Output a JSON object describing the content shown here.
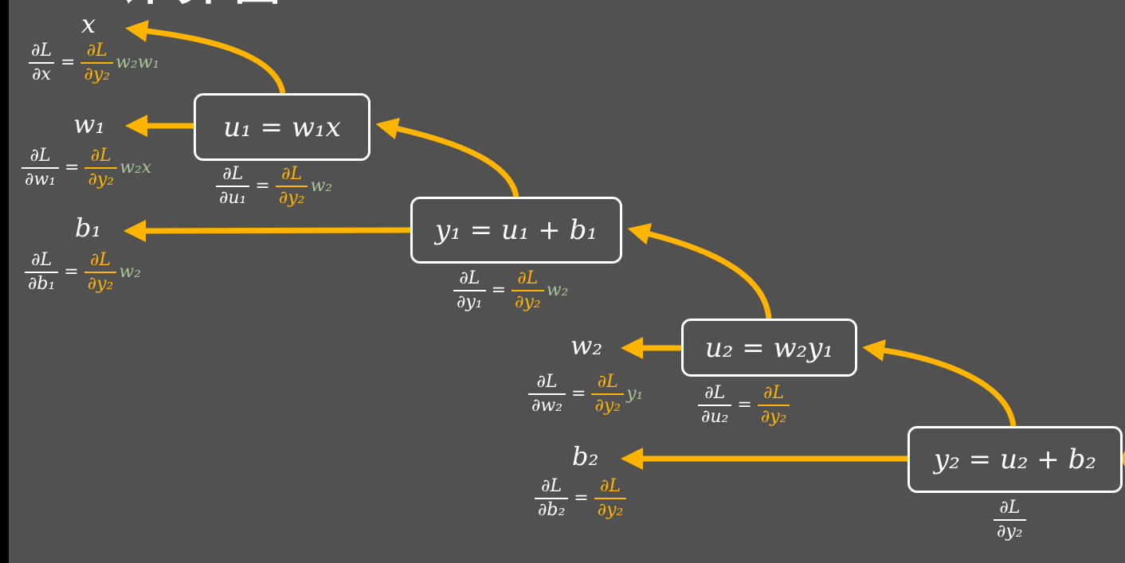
{
  "title": "计算图",
  "colors": {
    "arrow": "#ffb400",
    "upstream": "#ffb400",
    "local": "#a8c59a",
    "background": "#515151"
  },
  "nodes": {
    "u1": "u₁ = w₁x",
    "y1": "y₁ = u₁ + b₁",
    "u2": "u₂ = w₂y₁",
    "y2": "y₂ = u₂ + b₂"
  },
  "variables": {
    "x": "x",
    "w1": "w₁",
    "b1": "b₁",
    "w2": "w₂",
    "b2": "b₂"
  },
  "equations": {
    "dx": {
      "lhs_num": "∂L",
      "lhs_den": "∂x",
      "eq": "=",
      "rhs_num": "∂L",
      "rhs_den": "∂y₂",
      "tail": "w₂w₁"
    },
    "dw1": {
      "lhs_num": "∂L",
      "lhs_den": "∂w₁",
      "eq": "=",
      "rhs_num": "∂L",
      "rhs_den": "∂y₂",
      "tail": "w₂x"
    },
    "du1": {
      "lhs_num": "∂L",
      "lhs_den": "∂u₁",
      "eq": "=",
      "rhs_num": "∂L",
      "rhs_den": "∂y₂",
      "tail": "w₂"
    },
    "db1": {
      "lhs_num": "∂L",
      "lhs_den": "∂b₁",
      "eq": "=",
      "rhs_num": "∂L",
      "rhs_den": "∂y₂",
      "tail": "w₂"
    },
    "dy1": {
      "lhs_num": "∂L",
      "lhs_den": "∂y₁",
      "eq": "=",
      "rhs_num": "∂L",
      "rhs_den": "∂y₂",
      "tail": "w₂"
    },
    "dw2": {
      "lhs_num": "∂L",
      "lhs_den": "∂w₂",
      "eq": "=",
      "rhs_num": "∂L",
      "rhs_den": "∂y₂",
      "tail": "y₁"
    },
    "du2": {
      "lhs_num": "∂L",
      "lhs_den": "∂u₂",
      "eq": "=",
      "rhs_num": "∂L",
      "rhs_den": "∂y₂",
      "tail": ""
    },
    "db2": {
      "lhs_num": "∂L",
      "lhs_den": "∂b₂",
      "eq": "=",
      "rhs_num": "∂L",
      "rhs_den": "∂y₂",
      "tail": ""
    },
    "dy2": {
      "lhs_num": "∂L",
      "lhs_den": "∂y₂"
    }
  }
}
